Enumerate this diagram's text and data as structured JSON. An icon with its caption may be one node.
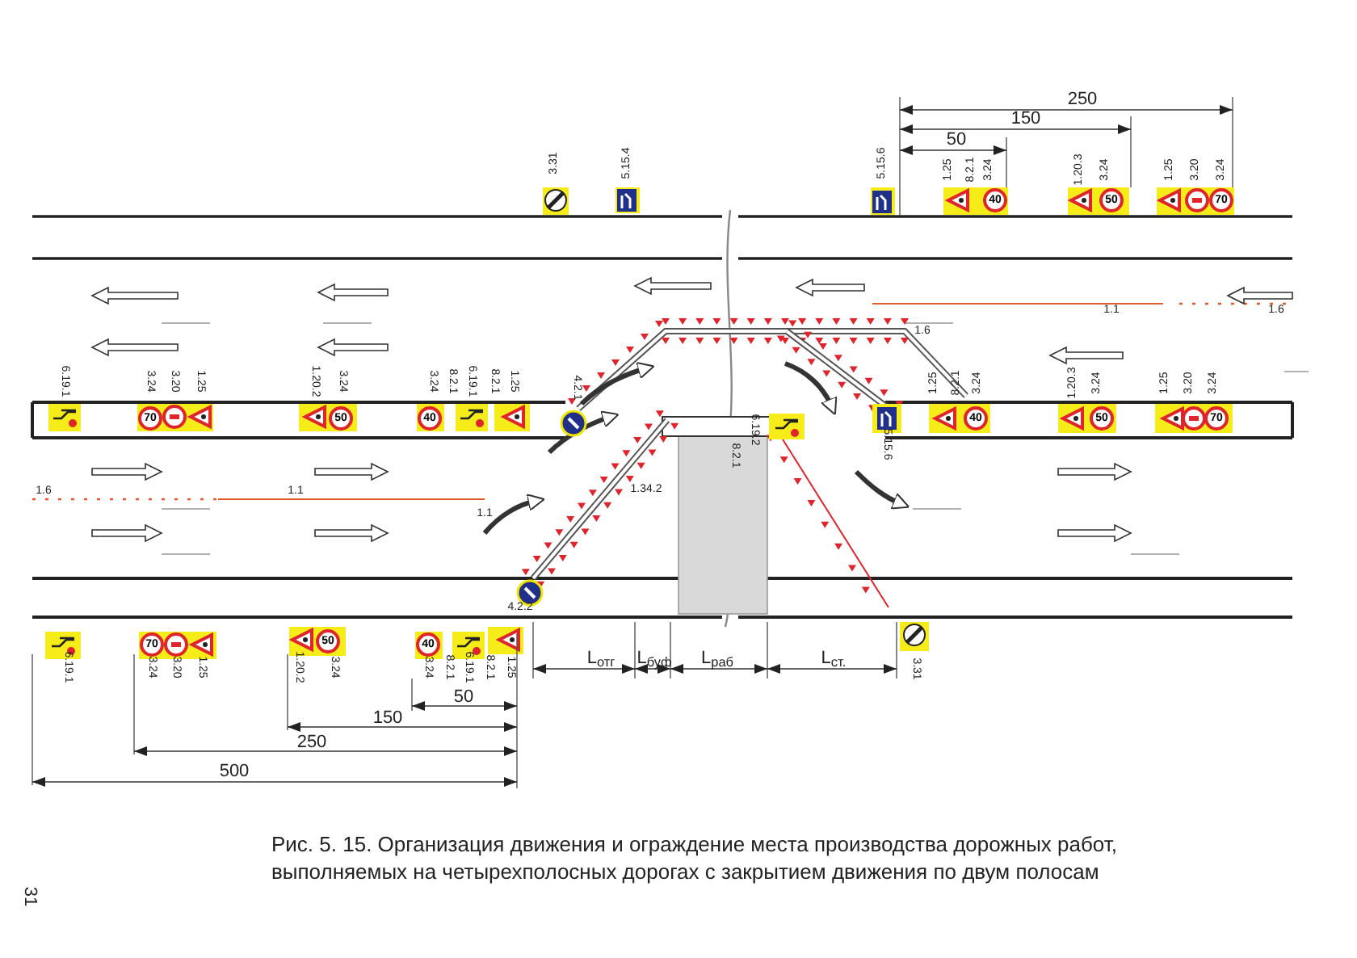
{
  "diagram": {
    "caption": "Рис. 5. 15. Организация движения и ограждение места производства дорожных работ, выполняемых на четырехполосных дорогах с закрытием движения по двум полосам",
    "labels": [
      "250",
      "150",
      "50",
      "3.31",
      "5.15.4",
      "5.15.6",
      "1.25",
      "8.2.1",
      "3.24",
      "1.20.3",
      "3.24",
      "1.25",
      "3.20",
      "3.24",
      "40",
      "50",
      "70",
      "1.1",
      "1.6",
      "1.6",
      "6.19.1",
      "3.24",
      "3.20",
      "1.25",
      "1.20.2",
      "3.24",
      "3.24",
      "8.2.1",
      "6.19.1",
      "8.2.1",
      "1.25",
      "4.2.1",
      "1.25",
      "8.2.1",
      "3.24",
      "1.20.3",
      "3.24",
      "1.25",
      "3.20",
      "3.24",
      "70",
      "50",
      "40",
      "40",
      "50",
      "70",
      "6.19.2",
      "8.2.1",
      "5.15.6",
      "1.6",
      "1.1",
      "1.34.2",
      "1.1",
      "4.2.2",
      "70",
      "50",
      "40",
      "L$_{отг}$",
      "L$_{буф}$",
      "L$_{раб}$",
      "L$_{ст.}$",
      "6.19.1",
      "3.24",
      "3.20",
      "1.25",
      "1.20.2",
      "3.24",
      "3.24",
      "8.2.1",
      "6.19.1",
      "8.2.1",
      "1.25",
      "3.31",
      "50",
      "150",
      "250",
      "500",
      "31"
    ]
  }
}
